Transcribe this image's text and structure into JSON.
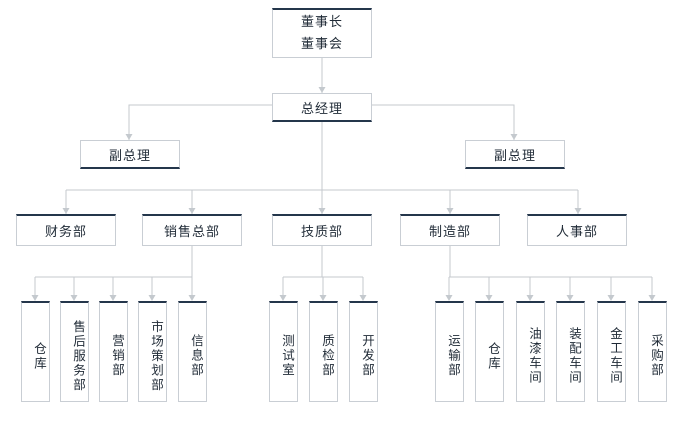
{
  "root": {
    "line1": "董事长",
    "line2": "董事会"
  },
  "gm": "总经理",
  "deputies": [
    "副总理",
    "副总理"
  ],
  "departments": [
    "财务部",
    "销售总部",
    "技质部",
    "制造部",
    "人事部"
  ],
  "sales_units": [
    "仓库",
    "售后服务部",
    "营销部",
    "市场策划部",
    "信息部"
  ],
  "tech_units": [
    "测试室",
    "质检部",
    "开发部"
  ],
  "mfg_units": [
    "运输部",
    "仓库",
    "油漆车间",
    "装配车间",
    "金工车间",
    "采购部"
  ],
  "colors": {
    "border_accent": "#24364b",
    "border": "#c9ced4",
    "line": "#c4c9ce",
    "text": "#1f2a36"
  }
}
